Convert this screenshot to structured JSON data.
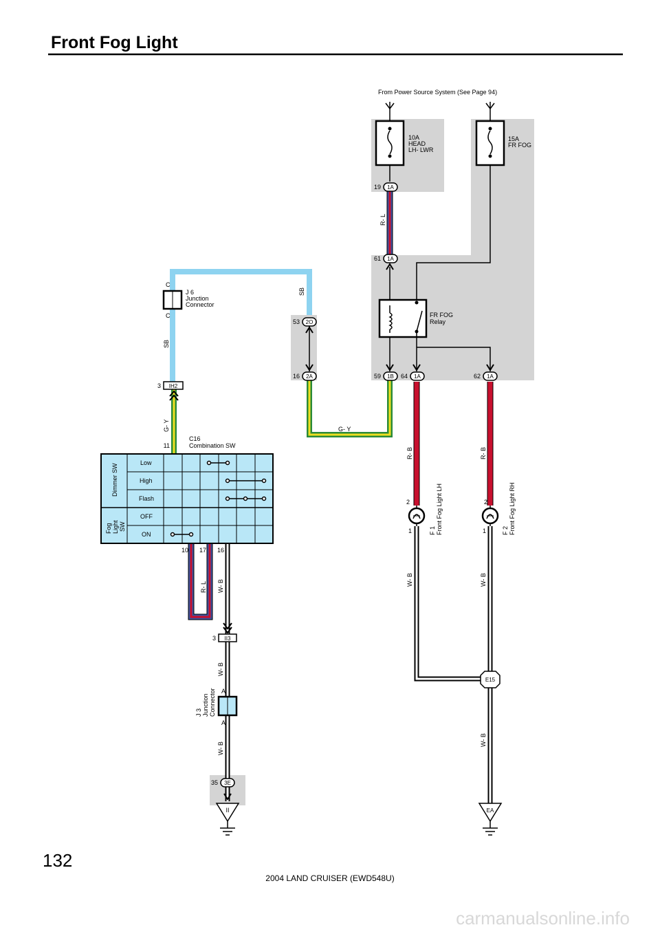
{
  "header": {
    "title": "Front Fog Light"
  },
  "footer": {
    "page_number": "132",
    "model": "2004 LAND CRUISER (EWD548U)",
    "watermark": "carmanualsonline.info"
  },
  "power_source": "From Power Source System (See Page 94)",
  "fuses": [
    {
      "amps": "10A",
      "line1": "HEAD",
      "line2": "LH- LWR"
    },
    {
      "amps": "15A",
      "line1": "FR FOG",
      "line2": ""
    }
  ],
  "relay": {
    "line1": "FR FOG",
    "line2": "Relay"
  },
  "junction_j6": {
    "id": "J 6",
    "line1": "Junction",
    "line2": "Connector",
    "pin_top": "C",
    "pin_bottom": "C"
  },
  "junction_j3": {
    "id": "J 3",
    "line1": "Junction",
    "line2": "Connector",
    "pin_top": "A",
    "pin_bottom": "A"
  },
  "combination_sw": {
    "id": "C16",
    "name": "Combination SW",
    "group_dimmer": "Dimmer SW",
    "group_fog_1": "Fog",
    "group_fog_2": "Light",
    "group_fog_3": "SW",
    "rows": [
      "Low",
      "High",
      "Flash",
      "OFF",
      "ON"
    ],
    "pin_top": "11",
    "pins_bottom": [
      "10",
      "17",
      "16"
    ]
  },
  "lights": [
    {
      "id": "F 1",
      "name": "Front Fog Light LH",
      "pin_top": "2",
      "pin_bottom": "1"
    },
    {
      "id": "F 2",
      "name": "Front Fog Light RH",
      "pin_top": "2",
      "pin_bottom": "1"
    }
  ],
  "connectors": {
    "c1A_19": {
      "pin": "19",
      "code": "1A"
    },
    "c1A_61": {
      "pin": "61",
      "code": "1A"
    },
    "c2O_53": {
      "pin": "53",
      "code": "2O"
    },
    "c2A_16": {
      "pin": "16",
      "code": "2A"
    },
    "c1B_59": {
      "pin": "59",
      "code": "1B"
    },
    "c1A_64": {
      "pin": "64",
      "code": "1A"
    },
    "c1A_62": {
      "pin": "62",
      "code": "1A"
    },
    "cIH2_3": {
      "pin": "3",
      "code": "IH2"
    },
    "cII3_3": {
      "pin": "3",
      "code": "II3"
    },
    "c3E_35": {
      "pin": "35",
      "code": "3E"
    }
  },
  "wire_colors": {
    "r_l": "R- L",
    "sb": "SB",
    "g_y": "G- Y",
    "r_b": "R- B",
    "w_b": "W- B"
  },
  "grounds": {
    "left": "II",
    "right": "EA",
    "splice": "E15"
  },
  "colors": {
    "wire_red": "#c8102e",
    "wire_blue": "#3a55a0",
    "wire_sky": "#8ed3f0",
    "wire_green": "#2a8a3a",
    "wire_yellow": "#f0e020",
    "box_gray": "#d4d4d4",
    "switch_fill": "#b9e7f7"
  }
}
